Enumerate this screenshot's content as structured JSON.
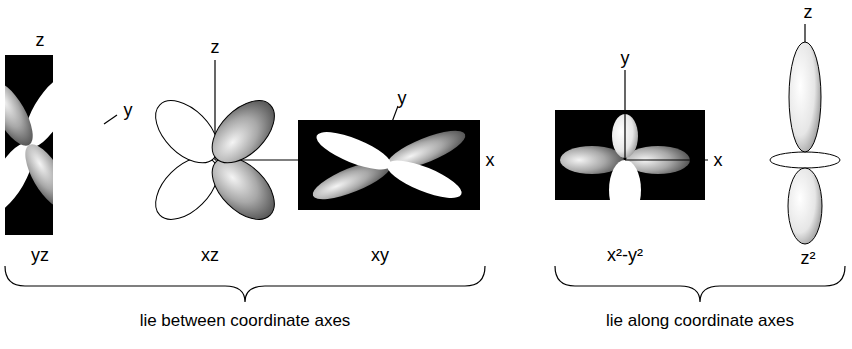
{
  "diagram": {
    "labels": [
      "z",
      "y",
      "yz",
      "z",
      "xz",
      "y",
      "x",
      "xy",
      "lie between coordinate axes",
      "y",
      "x",
      "x²-y²",
      "z",
      "z²",
      "lie along coordinate axes"
    ]
  }
}
